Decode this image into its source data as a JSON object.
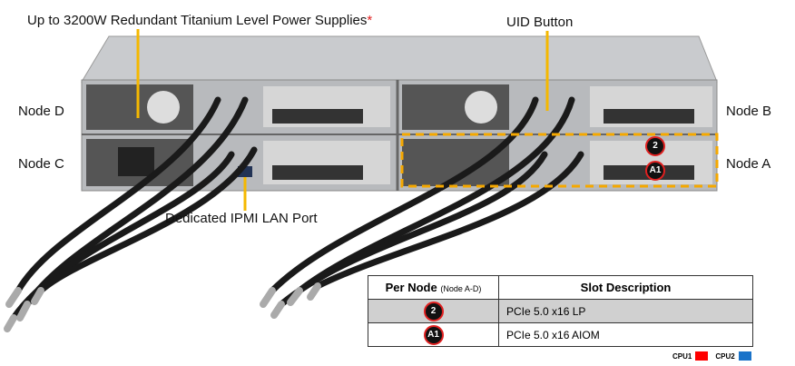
{
  "labels": {
    "power_supplies": "Up to 3200W Redundant Titanium Level Power Supplies",
    "power_supplies_mark": "*",
    "uid_button": "UID Button",
    "node_d": "Node D",
    "node_c": "Node C",
    "node_b": "Node B",
    "node_a": "Node A",
    "ipmi": "Dedicated IPMI LAN Port"
  },
  "badges": {
    "slot2": "2",
    "slotA1": "A1"
  },
  "colors": {
    "callout": "#f5b800",
    "cpu1": "#ff0000",
    "cpu2": "#1a73c9",
    "badge_ring": "#e02020"
  },
  "table": {
    "header_main": "Per Node",
    "header_sub": "(Node A-D)",
    "header_desc": "Slot Description",
    "rows": [
      {
        "slot": "2",
        "description": "PCIe 5.0 x16 LP",
        "cpu": "CPU1"
      },
      {
        "slot": "A1",
        "description": "PCIe 5.0 x16 AIOM",
        "cpu": "CPU1"
      }
    ]
  },
  "legend": {
    "cpu1": "CPU1",
    "cpu2": "CPU2"
  }
}
